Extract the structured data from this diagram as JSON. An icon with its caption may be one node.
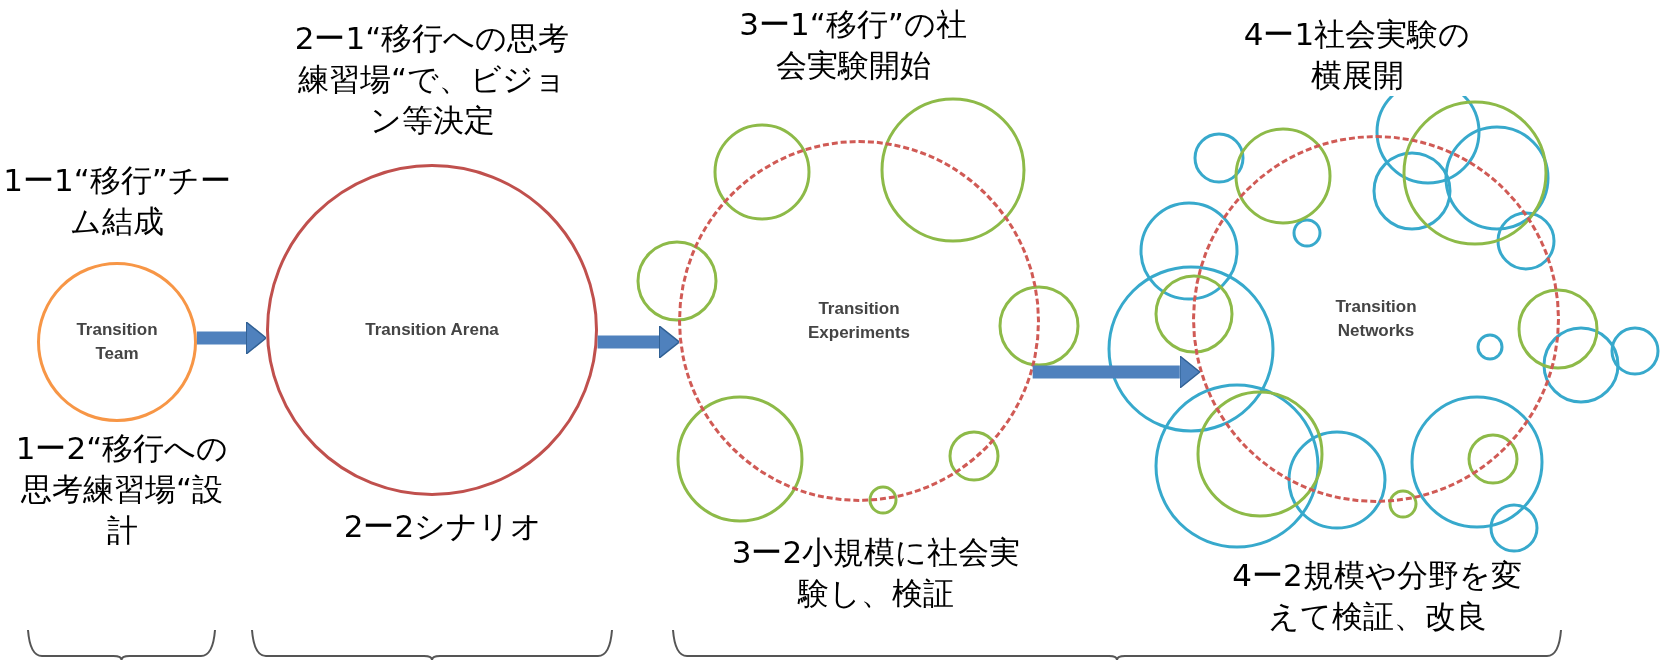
{
  "diagram": {
    "nodes": [
      {
        "text": [
          "Transition Team"
        ],
        "beside": [
          "1ー1“移行”チーム結成",
          "1ー2“移行への思考練習場“設計"
        ]
      },
      {
        "text": [
          "Transition Arena"
        ],
        "beside": [
          "2ー1“移行への思考練習場“で、ビジョン等決定",
          "2ー2シナリオ"
        ]
      },
      {
        "text": [
          "Transition Experiments"
        ],
        "beside": [
          "3ー1“移行”の社会実験開始",
          "3ー2小規模に社会実験し、検証"
        ]
      },
      {
        "text": [
          "Transition Networks"
        ],
        "beside": [
          "4ー1社会実験の横展開",
          "4ー2規模や分野を変えて検証、改良"
        ]
      }
    ],
    "edges": [
      {
        "from": 0,
        "to": 1,
        "arrow": "to"
      },
      {
        "from": 1,
        "to": 2,
        "arrow": "to"
      },
      {
        "from": 2,
        "to": 3,
        "arrow": "to"
      }
    ]
  }
}
